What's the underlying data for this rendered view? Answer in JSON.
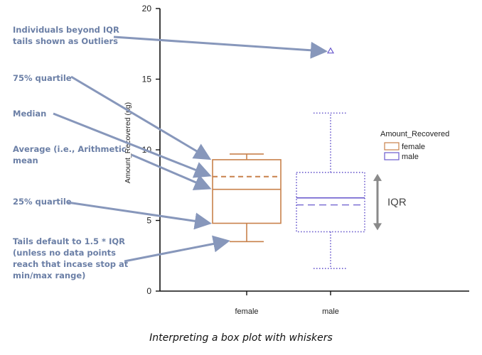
{
  "caption": "Interpreting a box plot with whiskers",
  "chart_data": {
    "type": "box",
    "title": "",
    "xlabel": "",
    "ylabel": "Amount_Recovered (ng)",
    "ylim": [
      0,
      20
    ],
    "yticks": [
      0,
      5,
      10,
      15,
      20
    ],
    "categories": [
      "female",
      "male"
    ],
    "series": [
      {
        "name": "female",
        "color": "#c8814b",
        "box_style": "solid",
        "mean_style": "dashed",
        "whisker_low": 3.5,
        "q1": 4.8,
        "median": 7.2,
        "mean": 8.1,
        "q3": 9.3,
        "whisker_high": 9.7,
        "outliers": []
      },
      {
        "name": "male",
        "color": "#6a5acd",
        "box_style": "dotted",
        "mean_style": "dashed",
        "whisker_low": 1.6,
        "q1": 4.2,
        "median": 6.6,
        "mean": 6.1,
        "q3": 8.4,
        "whisker_high": 12.6,
        "outliers": [
          17
        ]
      }
    ],
    "legend": {
      "title": "Amount_Recovered",
      "placement": "right",
      "entries": [
        "female",
        "male"
      ]
    },
    "iqr_label": "IQR",
    "annotations": [
      {
        "lines": [
          "Individuals beyond IQR",
          "tails shown as Outliers"
        ]
      },
      {
        "lines": [
          "75% quartile"
        ]
      },
      {
        "lines": [
          "Median"
        ]
      },
      {
        "lines": [
          "Average (i.e., Arithmetic",
          "mean"
        ]
      },
      {
        "lines": [
          "25% quartile"
        ]
      },
      {
        "lines": [
          "Tails default to 1.5 * IQR",
          "(unless no data points",
          "reach that incase stop at",
          "min/max range)"
        ]
      }
    ],
    "annotation_color": "#8797bb"
  }
}
